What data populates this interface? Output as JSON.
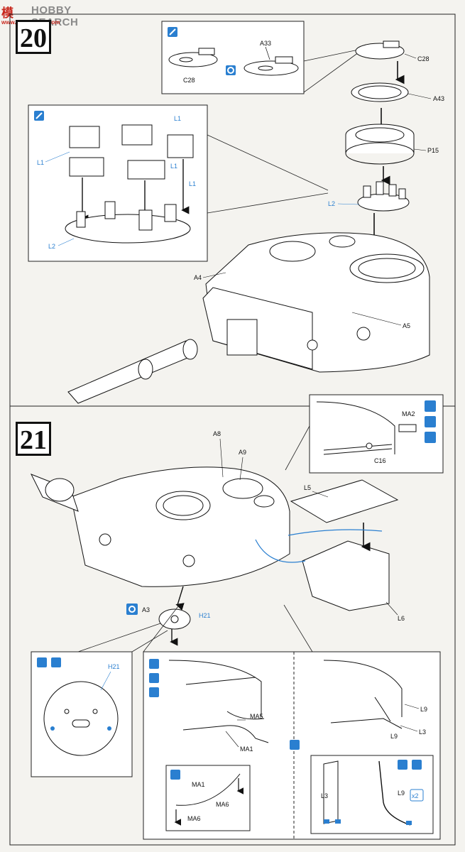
{
  "watermark": {
    "mark": "模",
    "word": "HOBBY SEARCH",
    "url": "www.hobbyshop.com"
  },
  "steps": [
    {
      "number": "20"
    },
    {
      "number": "21"
    }
  ],
  "labels": {
    "c28_inset": "C28",
    "a33": "A33",
    "c28": "C28",
    "a43": "A43",
    "p15": "P15",
    "l1_a": "L1",
    "l1_b": "L1",
    "l1_c": "L1",
    "l1_d": "L1",
    "l2_inset": "L2",
    "l2": "L2",
    "a4": "A4",
    "a5": "A5",
    "ma2": "MA2",
    "c16": "C16",
    "a8": "A8",
    "a9": "A9",
    "l5": "L5",
    "l6": "L6",
    "a3": "A3",
    "h21": "H21",
    "h21_inset": "H21",
    "ma5": "MA5",
    "ma1": "MA1",
    "ma1_detail": "MA1",
    "ma6_a": "MA6",
    "ma6_b": "MA6",
    "l9_a": "L9",
    "l3_a": "L3",
    "l9_b": "L9",
    "l3_b": "L3",
    "l9_c": "L9",
    "x2": "x2"
  },
  "colors": {
    "ink": "#111111",
    "blue": "#2a7fd0",
    "paper": "#f4f3ef",
    "watermark": "#c8281e"
  }
}
